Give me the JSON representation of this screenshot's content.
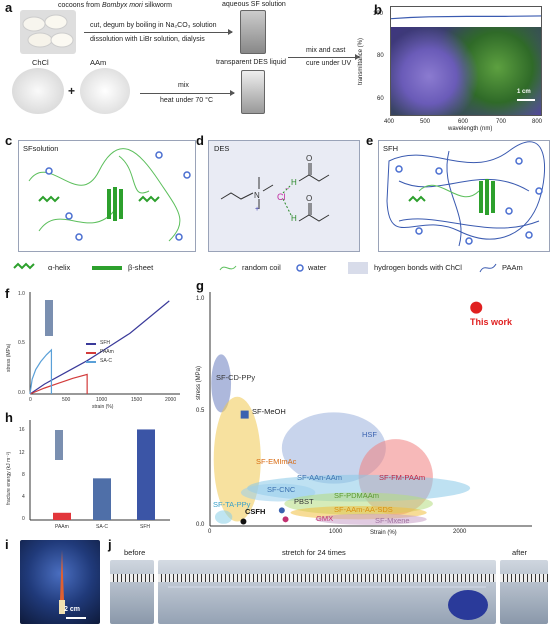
{
  "panels": {
    "a": "a",
    "b": "b",
    "c": "c",
    "d": "d",
    "e": "e",
    "f": "f",
    "g": "g",
    "h": "h",
    "i": "i",
    "j": "j"
  },
  "panel_a": {
    "cocoons": "cocoons from ",
    "bombyx": "Bombyx mori",
    "silkworm": " silkworm",
    "step1": "cut, degum by boiling in Na₂CO₃ solution",
    "step2": "dissolution with LiBr solution, dialysis",
    "aqueous": "aqueous SF solution",
    "chcl": "ChCl",
    "aam": "AAm",
    "plus": "+",
    "mix": "mix",
    "heat": "heat under 70 °C",
    "des_liquid": "transparent DES liquid",
    "mix_cast": "mix and cast",
    "cure": "cure under UV"
  },
  "panel_b": {
    "ylabel": "transmittance (%)",
    "xlabel": "wavelength (nm)",
    "yticks": [
      "100",
      "80",
      "60"
    ],
    "xticks": [
      "400",
      "500",
      "600",
      "700",
      "800"
    ],
    "scale": "1 cm"
  },
  "panel_c": {
    "title": "SFsolution"
  },
  "panel_d": {
    "title": "DES",
    "n": "N",
    "cl": "Cl",
    "h": "H",
    "o": "O",
    "plus": "+",
    "minus": "−"
  },
  "panel_e": {
    "title": "SFH"
  },
  "legend": {
    "alpha": "α-helix",
    "beta": "β-sheet",
    "coil": "random coil",
    "water": "water",
    "hbond": "hydrogen bonds with ChCl",
    "paam": "PAAm"
  },
  "panel_f": {
    "ylabel": "stress (MPa)",
    "xlabel": "strain (%)",
    "yticks": [
      "0.0",
      "0.5",
      "1.0"
    ],
    "xticks": [
      "0",
      "500",
      "1000",
      "1500",
      "2000"
    ],
    "series": [
      "SFH",
      "PAAm",
      "SA-C"
    ]
  },
  "panel_h": {
    "ylabel": "fracture energy (kJ m⁻²)",
    "yticks": [
      "0",
      "4",
      "8",
      "12",
      "16"
    ],
    "categories": [
      "PAAm",
      "SA-C",
      "SFH"
    ]
  },
  "panel_g": {
    "ylabel": "stress (MPa)",
    "xlabel": "Strain (%)",
    "yticks": [
      "0.0",
      "0.5",
      "1.0"
    ],
    "xticks": [
      "0",
      "1000",
      "2000"
    ],
    "this_work": "This work",
    "labels": {
      "cdppy": "SF-CD-PPy",
      "meoh": "SF-MeOH",
      "emimac": "SF-EMImAc",
      "taPpy": "SF-TA-PPy",
      "csfh": "CSFH",
      "cnc": "SF-CNC",
      "pbst": "PBST",
      "gmx": "GMX",
      "hsf": "HSF",
      "aanAam": "SF-AAn-AAm",
      "pdmaam": "SF-PDMAAm",
      "aamaasds": "SF-AAm-AA-SDS",
      "mxene": "SF-Mxene",
      "fmpaam": "SF-FM-PAAm"
    }
  },
  "panel_i": {
    "scale": "2 cm"
  },
  "panel_j": {
    "before": "before",
    "stretch": "stretch for 24 times",
    "after": "after"
  },
  "chart_data": [
    {
      "type": "line",
      "title": "",
      "xlabel": "strain (%)",
      "ylabel": "stress (MPa)",
      "xlim": [
        0,
        2100
      ],
      "ylim": [
        0,
        1.0
      ],
      "series": [
        {
          "name": "SFH",
          "color": "#3a3a9a",
          "x": [
            0,
            200,
            500,
            800,
            1100,
            1400,
            1700,
            1950
          ],
          "y": [
            0,
            0.1,
            0.22,
            0.34,
            0.48,
            0.62,
            0.8,
            0.95
          ]
        },
        {
          "name": "PAAm",
          "color": "#d23b3b",
          "x": [
            0,
            200,
            400,
            600,
            800,
            800
          ],
          "y": [
            0,
            0.06,
            0.11,
            0.16,
            0.2,
            0
          ]
        },
        {
          "name": "SA-C",
          "color": "#5aa0d8",
          "x": [
            0,
            30,
            80,
            150,
            230,
            300,
            300
          ],
          "y": [
            0,
            0.15,
            0.25,
            0.33,
            0.4,
            0.45,
            0
          ]
        }
      ]
    },
    {
      "type": "bar",
      "title": "",
      "ylabel": "fracture energy (kJ m⁻²)",
      "categories": [
        "PAAm",
        "SA-C",
        "SFH"
      ],
      "values": [
        1.3,
        7.5,
        16.3
      ],
      "colors": [
        "#e2363b",
        "#4f6fa8",
        "#3b55a6"
      ],
      "ylim": [
        0,
        18
      ]
    },
    {
      "type": "scatter",
      "title": "",
      "xlabel": "Strain (%)",
      "ylabel": "stress (MPa)",
      "xlim": [
        0,
        2600
      ],
      "ylim": [
        0,
        1.05
      ],
      "points": [
        {
          "name": "This work",
          "x": 2150,
          "y": 0.98,
          "color": "#e02020"
        },
        {
          "name": "SF-MeOH",
          "x": 280,
          "y": 0.5,
          "color": "#3b62b0"
        },
        {
          "name": "CSFH",
          "x": 270,
          "y": 0.02,
          "color": "#111111"
        },
        {
          "name": "PBST",
          "x": 580,
          "y": 0.07,
          "color": "#3b62b0"
        },
        {
          "name": "GMX",
          "x": 610,
          "y": 0.03,
          "color": "#c23070"
        }
      ],
      "regions": [
        {
          "name": "SF-CD-PPy",
          "cx": 90,
          "cy": 0.64,
          "rx": 80,
          "ry": 0.13,
          "color": "#6a7ec0"
        },
        {
          "name": "SF-EMImAc",
          "cx": 220,
          "cy": 0.3,
          "rx": 190,
          "ry": 0.28,
          "color": "#f0c850"
        },
        {
          "name": "SF-TA-PPy",
          "cx": 110,
          "cy": 0.04,
          "rx": 70,
          "ry": 0.03,
          "color": "#8ad0e8"
        },
        {
          "name": "HSF",
          "cx": 1000,
          "cy": 0.35,
          "rx": 420,
          "ry": 0.16,
          "color": "#9ab0dc"
        },
        {
          "name": "SF-FM-PAAm",
          "cx": 1500,
          "cy": 0.22,
          "rx": 300,
          "ry": 0.17,
          "color": "#f08080"
        },
        {
          "name": "SF-AAn-AAm",
          "cx": 1200,
          "cy": 0.17,
          "rx": 900,
          "ry": 0.06,
          "color": "#88c8e8"
        },
        {
          "name": "SF-CNC",
          "cx": 550,
          "cy": 0.15,
          "rx": 300,
          "ry": 0.04,
          "color": "#9ad0ec"
        },
        {
          "name": "SF-PDMAAm",
          "cx": 1200,
          "cy": 0.1,
          "rx": 600,
          "ry": 0.05,
          "color": "#b5dc80"
        },
        {
          "name": "SF-AAm-AA-SDS",
          "cx": 1200,
          "cy": 0.06,
          "rx": 550,
          "ry": 0.03,
          "color": "#f0c040"
        },
        {
          "name": "SF-Mxene",
          "cx": 1300,
          "cy": 0.03,
          "rx": 450,
          "ry": 0.025,
          "color": "#c8a0c8"
        }
      ]
    },
    {
      "type": "line",
      "title": "",
      "xlabel": "wavelength (nm)",
      "ylabel": "transmittance (%)",
      "xlim": [
        400,
        800
      ],
      "ylim": [
        55,
        102
      ],
      "series": [
        {
          "name": "",
          "x": [
            400,
            450,
            500,
            600,
            700,
            800
          ],
          "y": [
            97,
            97.5,
            97.8,
            98,
            98,
            98.2
          ],
          "color": "#3a5ab0"
        }
      ]
    }
  ]
}
